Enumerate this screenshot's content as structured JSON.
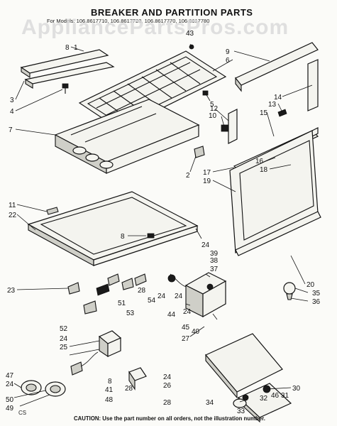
{
  "title": "BREAKER AND PARTITION PARTS",
  "model_line": "For Models: 106.8617710, 106.8617720, 106.8617770, 106.8617780",
  "watermark": "AppliancePartsPros.com",
  "caution": "CAUTION: Use the part number on all orders, not the illustration number.",
  "corner_code": "CS",
  "callouts": [
    "1",
    "2",
    "3",
    "4",
    "5",
    "6",
    "7",
    "8",
    "8",
    "8",
    "9",
    "10",
    "11",
    "12",
    "13",
    "14",
    "15",
    "16",
    "17",
    "18",
    "19",
    "20",
    "22",
    "23",
    "24",
    "24",
    "24",
    "24",
    "24",
    "24",
    "24",
    "25",
    "26",
    "27",
    "28",
    "28",
    "28",
    "30",
    "31",
    "32",
    "33",
    "34",
    "35",
    "36",
    "37",
    "38",
    "39",
    "40",
    "41",
    "43",
    "44",
    "45",
    "46",
    "47",
    "48",
    "49",
    "50",
    "51",
    "52",
    "53",
    "54"
  ]
}
